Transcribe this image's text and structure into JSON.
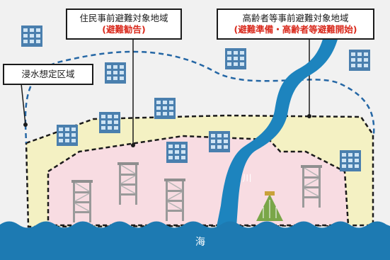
{
  "callouts": {
    "resident_target": {
      "title": "住民事前避難対象地域",
      "subtitle": "(避難勧告)"
    },
    "elderly_target": {
      "title": "高齢者等事前避難対象地域",
      "subtitle": "(避難準備・高齢者等避難開始)"
    }
  },
  "labels": {
    "flood_zone": "浸水想定区域",
    "river": "川",
    "sea": "海"
  },
  "colors": {
    "background": "#f1f1f1",
    "sea": "#1d7ab2",
    "river": "#1d84be",
    "yellow_zone": "#f4f1c3",
    "pink_zone": "#f8dce2",
    "zone_border": "#1b1b1b",
    "flood_boundary": "#2567a5",
    "building": "#4a7fae",
    "tower": "#9a9a9a",
    "emphasis_text": "#d9291c"
  },
  "icons": [
    "building-icon",
    "evacuation-tower-icon",
    "hill-shelter-icon"
  ]
}
